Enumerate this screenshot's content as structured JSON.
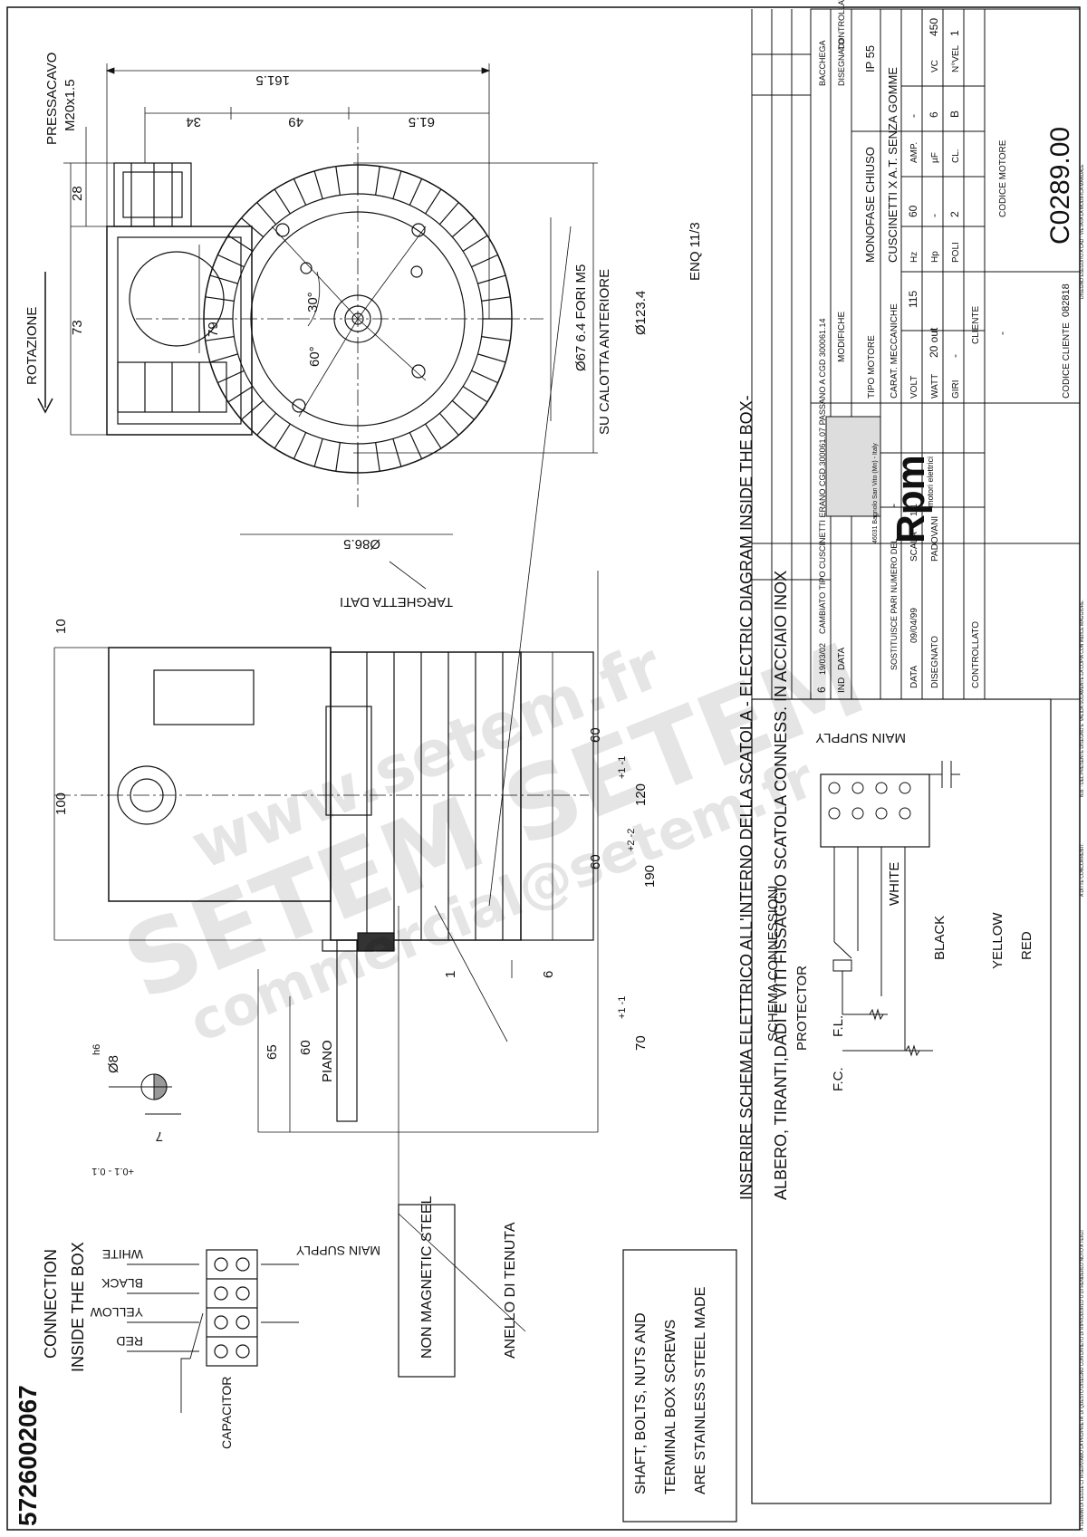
{
  "dimensions": {
    "d161": "161.5",
    "d34": "34",
    "d49": "49",
    "d615": "61.5",
    "d28": "28",
    "d73": "73",
    "d79": "79",
    "d30deg": "30°",
    "d60deg": "60°",
    "d100": "100",
    "d10": "10",
    "d60a": "60",
    "d60b": "60",
    "d120": "120",
    "d120tol": "+1 -1",
    "d190": "190",
    "d190tol": "+2 -2",
    "d6": "6",
    "d1": "1",
    "d70": "70",
    "d70tol": "+1 -1",
    "d65": "65",
    "d60piano": "60",
    "dia865": "Ø86.5",
    "dia1234": "Ø123.4",
    "dia8": "Ø8",
    "h6": "h6",
    "d7": "7",
    "tol7": "+0.1 - 0.1"
  },
  "labels": {
    "pressacavo": "PRESSACAVO",
    "m20": "M20x1.5",
    "rotazione": "ROTAZIONE",
    "fori": "Ø67 6.4 FORI M5",
    "calotta": "SU CALOTTA ANTERIORE",
    "enq": "ENQ 11/3",
    "targhetta": "TARGHETTA DATI",
    "piano": "PIANO",
    "nonmag": "NON MAGNETIC STEEL",
    "anello": "ANELLO DI TENUTA",
    "note1": "INSERIRE SCHEMA ELETTRICO ALL'INTERNO DELLA SCATOLA - ELECTRIC DIAGRAM INSIDE THE BOX-",
    "note2": "ALBERO, TIRANTI,DADI E VITI FISSAGGIO SCATOLA CONNESS. IN ACCIAIO INOX",
    "connection1": "CONNECTION",
    "connection2": "INSIDE THE BOX",
    "white": "WHITE",
    "black": "BLACK",
    "yellow": "YELLOW",
    "red": "RED",
    "main_supply": "MAIN SUPPLY",
    "capacitor": "CAPACITOR",
    "ss1": "SHAFT, BOLTS, NUTS AND",
    "ss2": "TERMINAL BOX SCREWS",
    "ss3": "ARE STAINLESS STEEL MADE",
    "part_number": "5726002067",
    "footer_left": "A TERMINI DI LEGGE CI RISERVIAMO LA PROPRIETA' DI QUESTO DISEGNO CON DIVIETO DI RIPRODURLO O DI RENDERLO NOTO A TERZI",
    "footer_mid": "A DITTE CONCORRENTI.",
    "footer_right": "N.B. - DEL PRESENTE DISEGNO E' VALIDA SOLAMENTE LA COPIA CON INDICE MAGGIORE.",
    "footer_right2": "DISEGNO ESEGUITO A CAD - VIETATA LA MODIFICA MANUALE"
  },
  "schema": {
    "title": "SCHEMA CONNESSIONI",
    "protector": "PROTECTOR",
    "fl": "F.L.",
    "fc": "F.C.",
    "white": "WHITE",
    "black": "BLACK",
    "yellow": "YELLOW",
    "red": "RED",
    "main_supply": "MAIN SUPPLY"
  },
  "titleblock": {
    "mod_ind": "6",
    "mod_date": "19/03/02",
    "mod_text": "CAMBIATO TIPO CUSCINETTI ERANO CGD.300061.07 PASSANO A CGD 300061.14",
    "bacchega": "BACCHEGA",
    "disegnato_h": "DISEGNATO",
    "controllato_h": "CONTROLLATO",
    "ind": "IND",
    "data": "DATA",
    "modifiche": "MODIFICHE",
    "company_name": "Rpm",
    "company_sub": "motori elettrici",
    "company_addr": "46031 Bagnolo San Vito (Mn) - Italy",
    "sostituisce": "SOSTITUISCE PARI NUMERO DEL",
    "sostituisce_val": "-",
    "data_lbl": "DATA",
    "data_val": "09/04/99",
    "scala_lbl": "SCALA",
    "scala_val": "1/1",
    "disegnato": "DISEGNATO",
    "disegnato_val": "PADOVANI",
    "controllato": "CONTROLLATO",
    "tipo_motore": "TIPO MOTORE",
    "tipo_val": "MONOFASE CHIUSO",
    "carat": "CARAT. MECCANICHE",
    "carat_val": "CUSCINETTI X A.T. SENZA GOMME",
    "ip": "IP 55",
    "volt": "VOLT",
    "volt_val": "115",
    "hz": "Hz",
    "hz_val": "60",
    "amp": "AMP.",
    "amp_val": "-",
    "watt": "WATT",
    "watt_val": "20 out",
    "hp": "Hp",
    "hp_val": "-",
    "uf": "µF",
    "uf_val": "6",
    "vc": "VC",
    "vc_val": "450",
    "giri": "GIRI",
    "giri_val": "-",
    "poli": "POLI",
    "poli_val": "2",
    "cl": "CL.",
    "cl_val": "B",
    "nvel": "N°VEL",
    "nvel_val": "1",
    "cliente": "CLIENTE",
    "cliente_val": "-",
    "codice_cliente": "CODICE CLIENTE",
    "codice_cliente_val": "082818",
    "codice_motore": "CODICE MOTORE",
    "codice_motore_val": "C0289.00"
  },
  "watermark": {
    "w1": "www.setem.fr",
    "w2": "SETEM SETEM",
    "w3": "commercial@setem.fr"
  }
}
